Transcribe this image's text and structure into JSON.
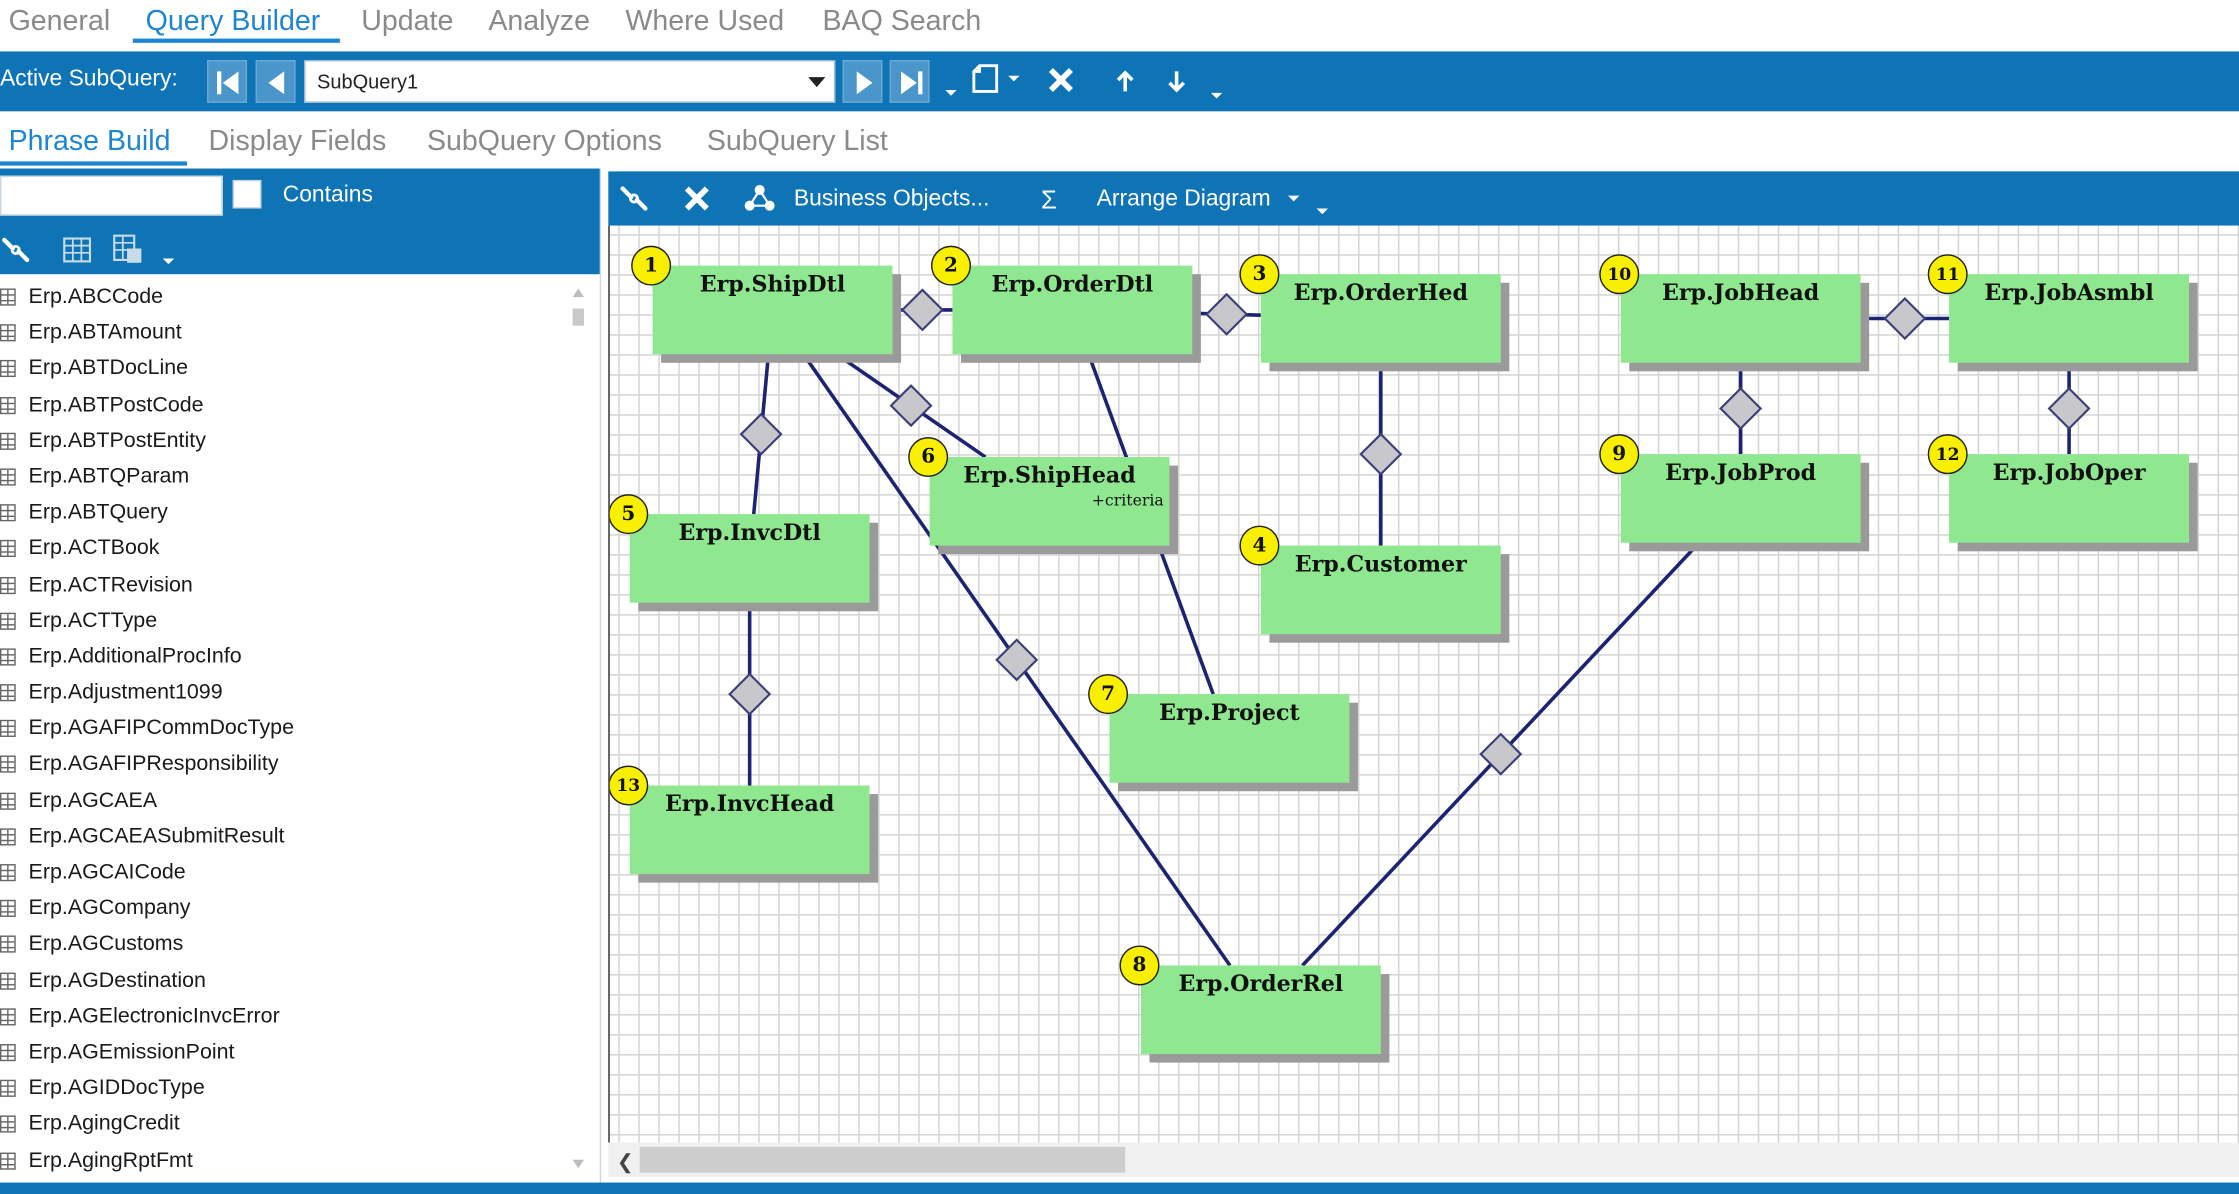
{
  "top_tabs": [
    "General",
    "Query Builder",
    "Update",
    "Analyze",
    "Where Used",
    "BAQ Search"
  ],
  "subquery_bar": {
    "label": "Active SubQuery:",
    "selected": "SubQuery1"
  },
  "sub_tabs": [
    "Phrase Build",
    "Display Fields",
    "SubQuery Options",
    "SubQuery List"
  ],
  "filter": {
    "value": "",
    "contains_label": "Contains",
    "contains_checked": false
  },
  "tables": [
    "Erp.ABCCode",
    "Erp.ABTAmount",
    "Erp.ABTDocLine",
    "Erp.ABTPostCode",
    "Erp.ABTPostEntity",
    "Erp.ABTQParam",
    "Erp.ABTQuery",
    "Erp.ACTBook",
    "Erp.ACTRevision",
    "Erp.ACTType",
    "Erp.AdditionalProcInfo",
    "Erp.Adjustment1099",
    "Erp.AGAFIPCommDocType",
    "Erp.AGAFIPResponsibility",
    "Erp.AGCAEA",
    "Erp.AGCAEASubmitResult",
    "Erp.AGCAICode",
    "Erp.AGCompany",
    "Erp.AGCustoms",
    "Erp.AGDestination",
    "Erp.AGElectronicInvcError",
    "Erp.AGEmissionPoint",
    "Erp.AGIDDocType",
    "Erp.AgingCredit",
    "Erp.AgingRptFmt"
  ],
  "diagram_toolbar": {
    "business_objects": "Business Objects...",
    "sigma": "Σ",
    "arrange": "Arrange Diagram"
  },
  "diagram": {
    "nodes": [
      {
        "num": "1",
        "name": "Erp.ShipDtl",
        "criteria": ""
      },
      {
        "num": "2",
        "name": "Erp.OrderDtl",
        "criteria": ""
      },
      {
        "num": "3",
        "name": "Erp.OrderHed",
        "criteria": ""
      },
      {
        "num": "4",
        "name": "Erp.Customer",
        "criteria": ""
      },
      {
        "num": "5",
        "name": "Erp.InvcDtl",
        "criteria": ""
      },
      {
        "num": "6",
        "name": "Erp.ShipHead",
        "criteria": "+criteria"
      },
      {
        "num": "7",
        "name": "Erp.Project",
        "criteria": ""
      },
      {
        "num": "8",
        "name": "Erp.OrderRel",
        "criteria": ""
      },
      {
        "num": "9",
        "name": "Erp.JobProd",
        "criteria": ""
      },
      {
        "num": "10",
        "name": "Erp.JobHead",
        "criteria": ""
      },
      {
        "num": "11",
        "name": "Erp.JobAsmbl",
        "criteria": ""
      },
      {
        "num": "12",
        "name": "Erp.JobOper",
        "criteria": ""
      },
      {
        "num": "13",
        "name": "Erp.InvcHead",
        "criteria": ""
      }
    ],
    "links": [
      [
        "1",
        "2"
      ],
      [
        "2",
        "3"
      ],
      [
        "3",
        "4"
      ],
      [
        "1",
        "5"
      ],
      [
        "1",
        "6"
      ],
      [
        "1",
        "8"
      ],
      [
        "2",
        "7"
      ],
      [
        "5",
        "13"
      ],
      [
        "10",
        "11"
      ],
      [
        "10",
        "9"
      ],
      [
        "11",
        "12"
      ],
      [
        "9",
        "8"
      ]
    ]
  }
}
